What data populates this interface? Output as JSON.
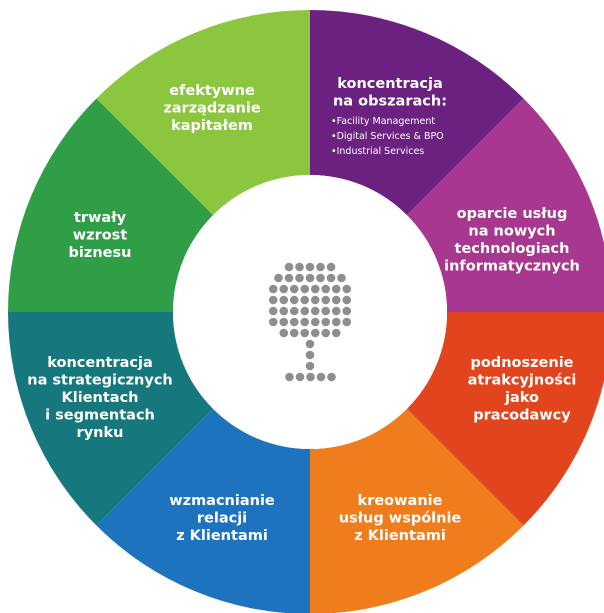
{
  "colors": {
    "background": "#ffffff",
    "center": "#ffffff",
    "dots": "#8e8e8e",
    "text": "#ffffff"
  },
  "center_icon": "tree-dots-icon",
  "segments": [
    {
      "id": "concentration-areas",
      "color": "#6a2180",
      "lines": [
        "koncentracja",
        "na obszarach:"
      ],
      "bullets": [
        "Facility Management",
        "Digital Services & BPO",
        "Industrial Services"
      ]
    },
    {
      "id": "it-based-services",
      "color": "#a8378f",
      "lines": [
        "oparcie usług",
        "na nowych",
        "technologiach",
        "informatycznych"
      ]
    },
    {
      "id": "employer-attractiveness",
      "color": "#e2451d",
      "lines": [
        "podnoszenie",
        "atrakcyjności",
        "jako",
        "pracodawcy"
      ]
    },
    {
      "id": "co-creating-services",
      "color": "#ef7d1c",
      "lines": [
        "kreowanie",
        "usług wspólnie",
        "z Klientami"
      ]
    },
    {
      "id": "client-relations",
      "color": "#1e73be",
      "lines": [
        "wzmacnianie",
        "relacji",
        "z Klientami"
      ]
    },
    {
      "id": "strategic-clients",
      "color": "#16787c",
      "lines": [
        "koncentracja",
        "na strategicznych",
        "Klientach",
        "i segmentach",
        "rynku"
      ]
    },
    {
      "id": "business-growth",
      "color": "#2f9e47",
      "lines": [
        "trwały",
        "wzrost",
        "biznesu"
      ]
    },
    {
      "id": "capital-management",
      "color": "#8cc63f",
      "lines": [
        "efektywne",
        "zarządzanie",
        "kapitałem"
      ]
    }
  ]
}
